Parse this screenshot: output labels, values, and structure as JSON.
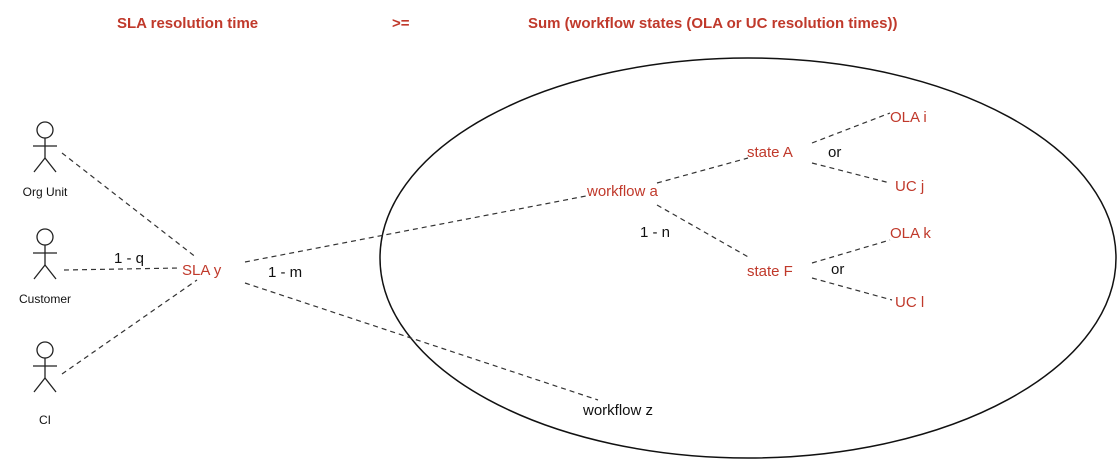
{
  "header": {
    "left": "SLA resolution time",
    "operator": ">=",
    "right": "Sum (workflow states (OLA or UC resolution times))"
  },
  "actors": [
    {
      "label": "Org Unit"
    },
    {
      "label": "Customer"
    },
    {
      "label": "CI"
    }
  ],
  "nodes": {
    "sla": "SLA y",
    "workflow_a": "workflow a",
    "workflow_z": "workflow z",
    "state_a": "state A",
    "state_f": "state F",
    "ola_i": "OLA i",
    "uc_j": "UC j",
    "ola_k": "OLA k",
    "uc_l": "UC l"
  },
  "edge_labels": {
    "customer_sla": "1 - q",
    "sla_workflows": "1 - m",
    "workflow_states": "1 - n",
    "or_a": "or",
    "or_f": "or"
  },
  "colors": {
    "accent": "#c0392b",
    "text": "#111111"
  }
}
